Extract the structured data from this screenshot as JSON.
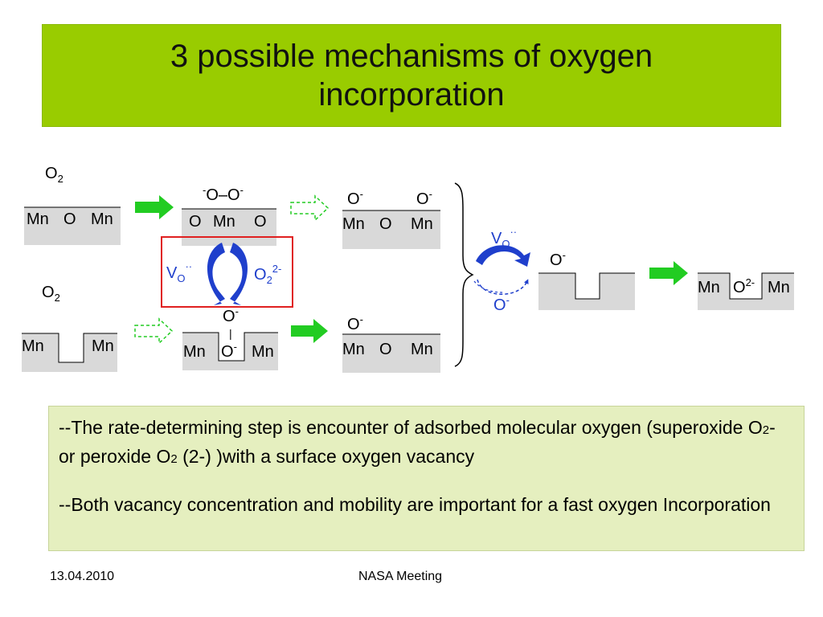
{
  "title": {
    "line1": "3 possible mechanisms of oxygen",
    "line2": "incorporation"
  },
  "diagram": {
    "mn": "Mn",
    "o": "O",
    "o2": "O",
    "o2_sub": "2",
    "o_minus": "O",
    "minus": "-",
    "peroxide_o": "O",
    "peroxide_sep": "–",
    "vo": "V",
    "vo_sub": "O",
    "vo_dots": "··",
    "o2_2minus": "O",
    "o2_2minus_sub": "2",
    "o2_2minus_sup": "2-",
    "o_2minus": "O",
    "o_2minus_sup": "2-",
    "bond": "|"
  },
  "notes": {
    "p1_a": "--The rate-determining step is encounter of adsorbed molecular oxygen (superoxide O",
    "p1_sub1": "2",
    "p1_b": "- or peroxide O",
    "p1_sub2": "2",
    "p1_c": " (2-) )with a surface oxygen vacancy",
    "p2": "--Both vacancy concentration and mobility are important for a fast oxygen Incorporation"
  },
  "footer": {
    "date": "13.04.2010",
    "center": "NASA Meeting"
  },
  "colors": {
    "title_bg": "#99cc00",
    "notes_bg": "#e5efbf",
    "arrow_green": "#22cc22",
    "arrow_blue": "#1f3fcc",
    "red_box": "#e02020",
    "surface_gray": "#d9d9d9"
  }
}
